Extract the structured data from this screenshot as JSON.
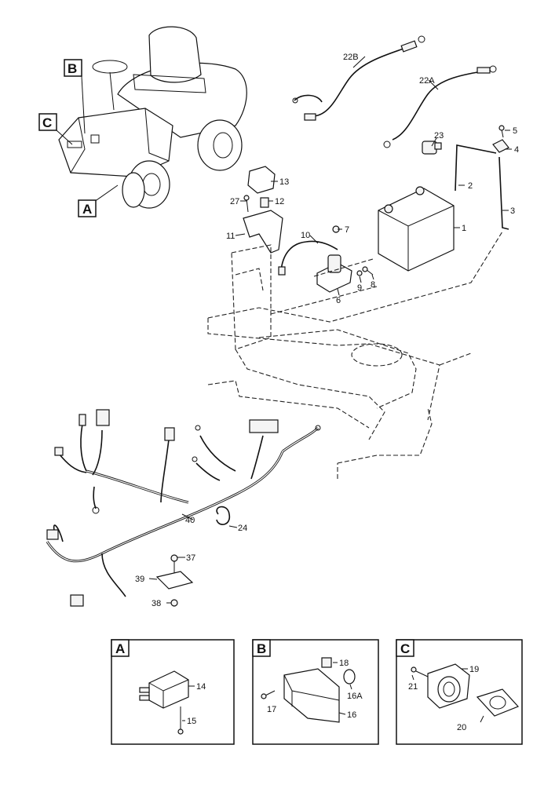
{
  "diagram": {
    "detail_boxes": [
      {
        "letter": "A",
        "parts": [
          "14",
          "15"
        ]
      },
      {
        "letter": "B",
        "parts": [
          "18",
          "16A",
          "17",
          "16"
        ]
      },
      {
        "letter": "C",
        "parts": [
          "19",
          "21",
          "20"
        ]
      }
    ],
    "tractor_labels": [
      "B",
      "C",
      "A"
    ],
    "callouts": {
      "c22B": "22B",
      "c22A": "22A",
      "c23": "23",
      "c5": "5",
      "c4": "4",
      "c13": "13",
      "c27": "27",
      "c12": "12",
      "c2": "2",
      "c3": "3",
      "c1": "1",
      "c11": "11",
      "c10": "10",
      "c7": "7",
      "c6": "6",
      "c8": "8",
      "c9": "9",
      "c40": "40",
      "c24": "24",
      "c37": "37",
      "c39": "39",
      "c38": "38",
      "c14": "14",
      "c15": "15",
      "c18": "18",
      "c16A": "16A",
      "c17": "17",
      "c16": "16",
      "c19": "19",
      "c21": "21",
      "c20": "20"
    }
  }
}
